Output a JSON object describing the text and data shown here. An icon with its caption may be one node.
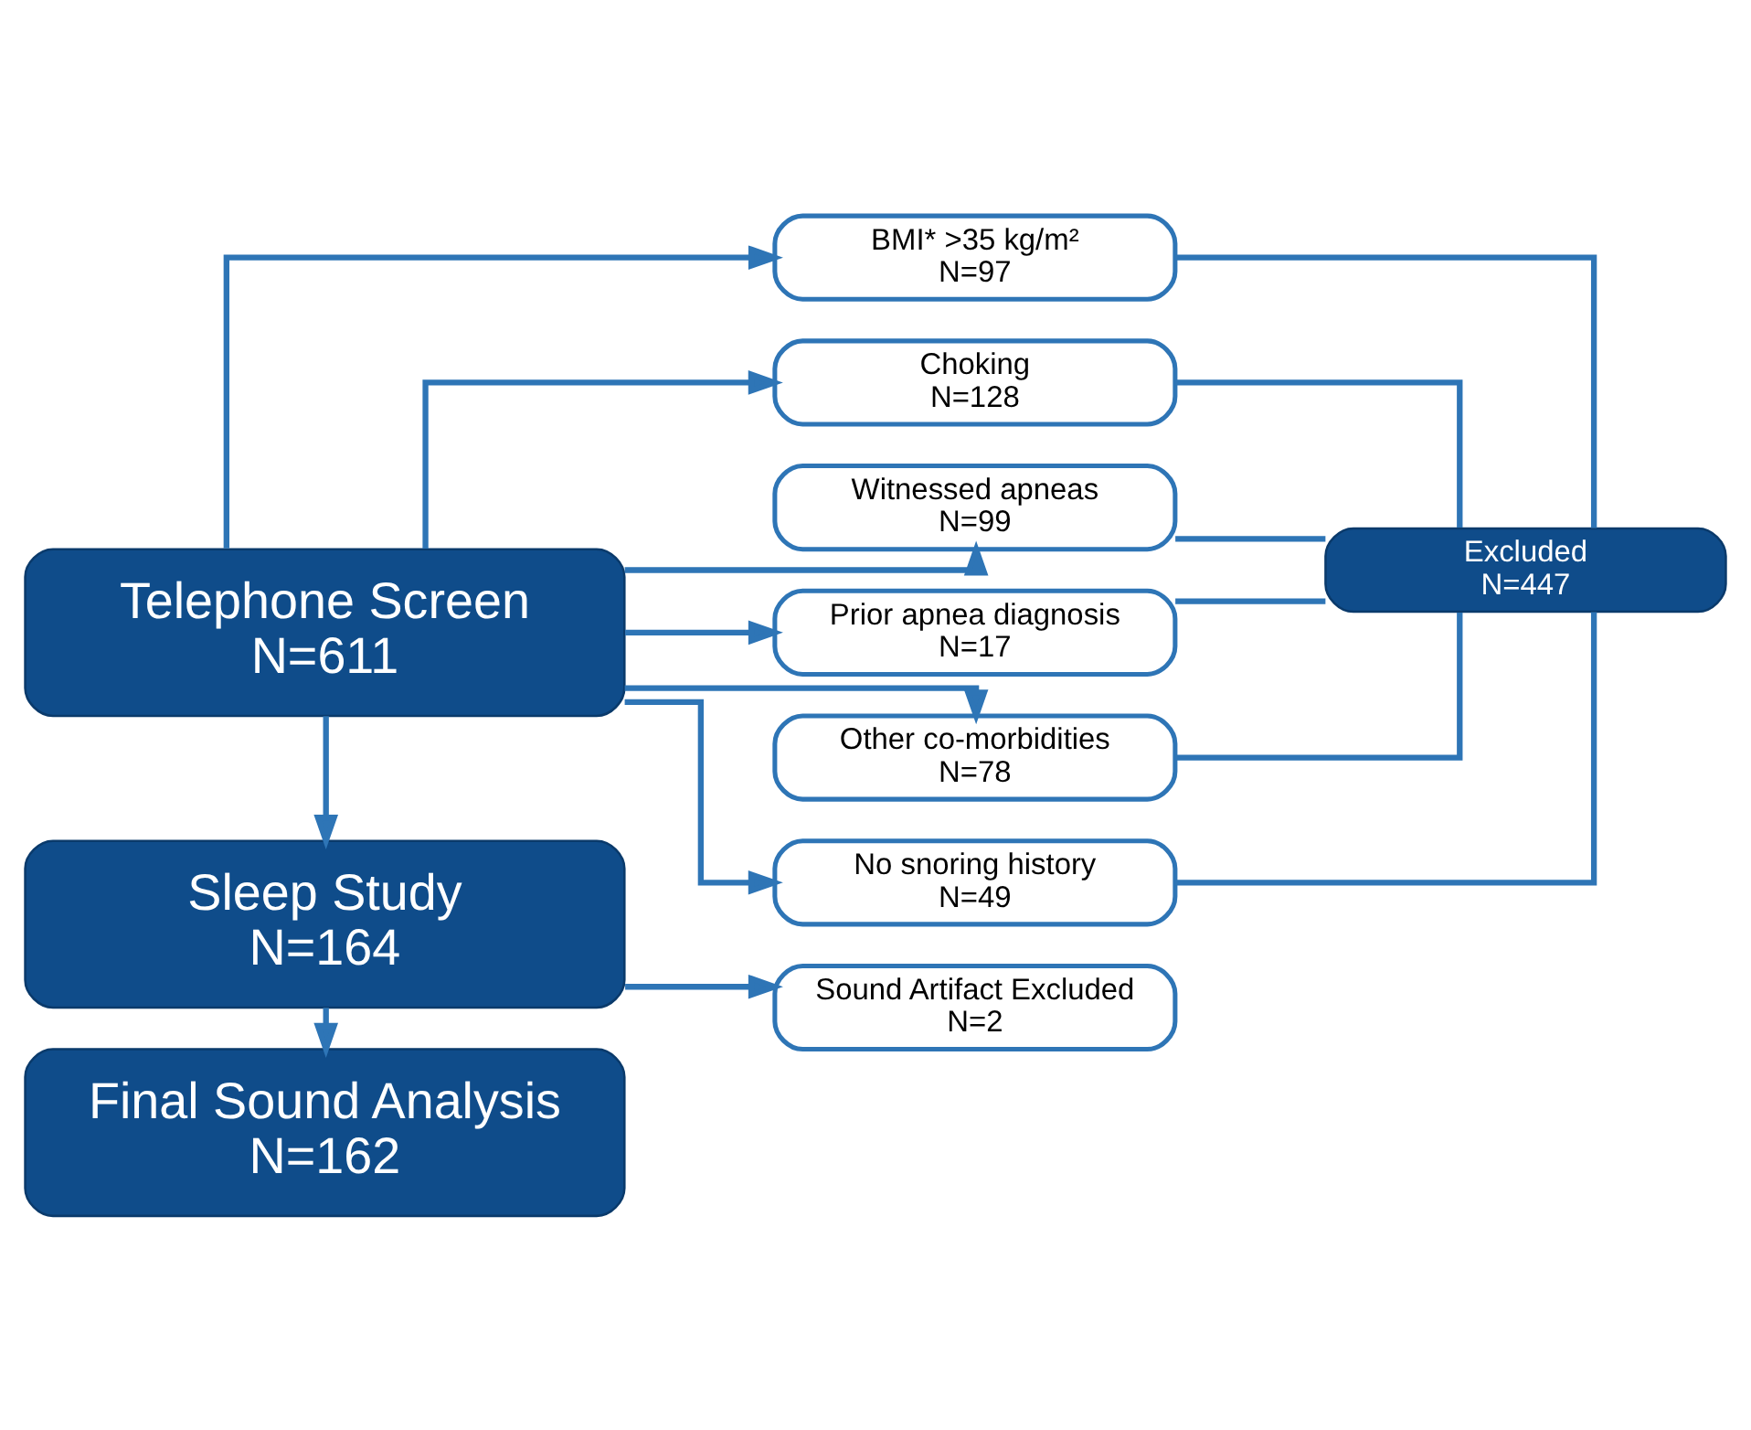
{
  "diagram": {
    "nodes": [
      {
        "text": [
          "Telephone Screen",
          "N=611"
        ]
      },
      {
        "text": [
          "BMI* >35 kg/m²",
          "N=97"
        ]
      },
      {
        "text": [
          "Choking",
          "N=128"
        ]
      },
      {
        "text": [
          "Witnessed apneas",
          "N=99"
        ]
      },
      {
        "text": [
          "Prior apnea diagnosis",
          "N=17"
        ]
      },
      {
        "text": [
          "Other co-morbidities",
          "N=78"
        ]
      },
      {
        "text": [
          "No snoring history",
          "N=49"
        ]
      },
      {
        "text": [
          "Excluded",
          "N=447"
        ]
      },
      {
        "text": [
          "Sleep Study",
          "N=164"
        ]
      },
      {
        "text": [
          "Sound Artifact Excluded",
          "N=2"
        ]
      },
      {
        "text": [
          "Final Sound Analysis",
          "N=162"
        ]
      }
    ],
    "edges": [
      {
        "from": 0,
        "to": 1,
        "arrow": "to"
      },
      {
        "from": 0,
        "to": 2,
        "arrow": "to"
      },
      {
        "from": 0,
        "to": 3,
        "arrow": "to"
      },
      {
        "from": 0,
        "to": 4,
        "arrow": "to"
      },
      {
        "from": 0,
        "to": 5,
        "arrow": "to"
      },
      {
        "from": 0,
        "to": 6,
        "arrow": "to"
      },
      {
        "from": 0,
        "to": 8,
        "arrow": "to"
      },
      {
        "from": 1,
        "to": 7,
        "arrow": "none"
      },
      {
        "from": 2,
        "to": 7,
        "arrow": "none"
      },
      {
        "from": 3,
        "to": 7,
        "arrow": "none"
      },
      {
        "from": 4,
        "to": 7,
        "arrow": "none"
      },
      {
        "from": 5,
        "to": 7,
        "arrow": "none"
      },
      {
        "from": 6,
        "to": 7,
        "arrow": "none"
      },
      {
        "from": 8,
        "to": 9,
        "arrow": "to"
      },
      {
        "from": 8,
        "to": 10,
        "arrow": "to"
      }
    ]
  }
}
